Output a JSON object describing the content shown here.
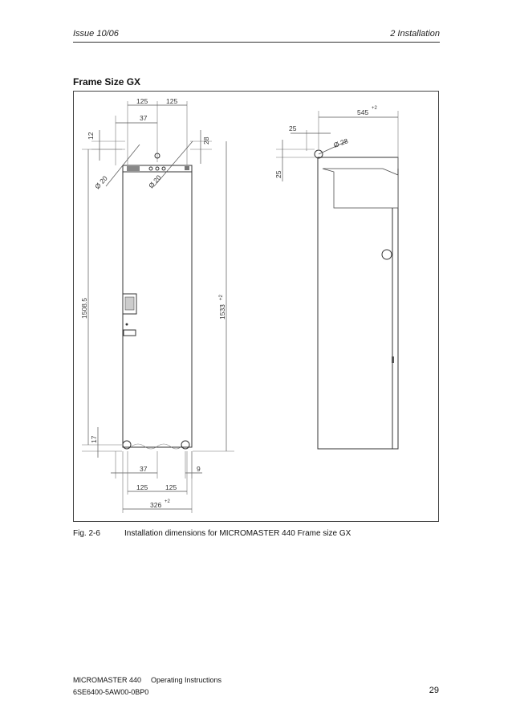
{
  "header": {
    "issue": "Issue 10/06",
    "chapter": "2  Installation"
  },
  "section": {
    "title": "Frame Size GX"
  },
  "figure": {
    "front_view": {
      "dims": {
        "d125a": "125",
        "d125b": "125",
        "d37": "37",
        "d12": "12",
        "d28": "28",
        "phi20a": "Ø 20",
        "phi20b": "Ø 20",
        "h1508": "1508.5",
        "h1533": "1533",
        "tol_h": "+2",
        "d17": "17",
        "d37b": "37",
        "d9": "9",
        "d125c": "125",
        "d125d": "125",
        "w326": "326",
        "tol_w": "+2"
      }
    },
    "side_view": {
      "dims": {
        "d545": "545",
        "tol": "+2",
        "d25a": "25",
        "phi28": "Ø 28",
        "d25b": "25"
      }
    }
  },
  "caption": {
    "number": "Fig. 2-6",
    "text": "Installation dimensions for MICROMASTER 440 Frame size GX"
  },
  "footer": {
    "product": "MICROMASTER 440",
    "doc": "Operating Instructions",
    "order_no": "6SE6400-5AW00-0BP0",
    "page": "29"
  }
}
